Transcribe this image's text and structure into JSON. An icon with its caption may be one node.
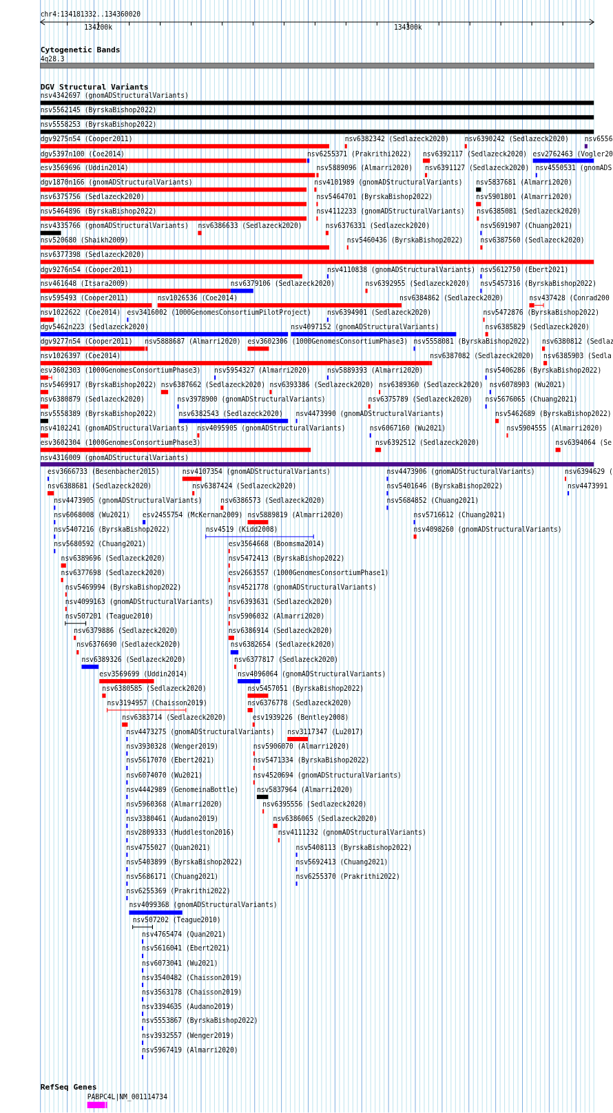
{
  "diagram": {
    "labels": [
      "chr4:134181332..134360020",
      "134200k",
      "134300k",
      "Cytogenetic Bands",
      "4q28.3",
      "DGV Structural Variants",
      "nsv4342697 (gnomADStructuralVariants)",
      "nsv5562145 (ByrskaBishop2022)",
      "nsv5558253 (ByrskaBishop2022)",
      "dgv9275n54 (Cooper2011)",
      "nsv6382342 (Sedlazeck2020)",
      "nsv6390242 (Sedlazeck2020)",
      "nsv6556",
      "dgv5397n100 (Coe2014)",
      "nsv6255371 (Prakrithi2022)",
      "nsv6392117 (Sedlazeck2020)",
      "esv2762463 (Vogler20",
      "esv3569696 (Uddin2014)",
      "nsv5889096 (Almarri2020)",
      "nsv6391127 (Sedlazeck2020)",
      "nsv4550531 (gnomADS",
      "dgv1870n166 (gnomADStructuralVariants)",
      "nsv4101989 (gnomADStructuralVariants)",
      "nsv5837681 (Almarri2020)",
      "nsv6375756 (Sedlazeck2020)",
      "nsv5464701 (ByrskaBishop2022)",
      "nsv5901801 (Almarri2020)",
      "nsv5464896 (ByrskaBishop2022)",
      "nsv4112233 (gnomADStructuralVariants)",
      "nsv6385081 (Sedlazeck2020)",
      "nsv4335766 (gnomADStructuralVariants)",
      "nsv6386633 (Sedlazeck2020)",
      "nsv6376331 (Sedlazeck2020)",
      "nsv5691907 (Chuang2021)",
      "nsv520680 (Shaikh2009)",
      "nsv5460436 (ByrskaBishop2022)",
      "nsv6387560 (Sedlazeck2020)",
      "nsv6377398 (Sedlazeck2020)",
      "dgv9276n54 (Cooper2011)",
      "nsv4110838 (gnomADStructuralVariants)",
      "nsv5612750 (Ebert2021)",
      "nsv461648 (Itsara2009)",
      "nsv6379106 (Sedlazeck2020)",
      "nsv6392955 (Sedlazeck2020)",
      "nsv5457316 (ByrskaBishop2022)",
      "nsv595493 (Cooper2011)",
      "nsv1026536 (Coe2014)",
      "nsv6384862 (Sedlazeck2020)",
      "nsv437428 (Conrad200",
      "nsv1022622 (Coe2014)",
      "esv3416002 (1000GenomesConsortiumPilotProject)",
      "nsv6394901 (Sedlazeck2020)",
      "nsv5472876 (ByrskaBishop2022)",
      "dgv5462n223 (Sedlazeck2020)",
      "nsv4097152 (gnomADStructuralVariants)",
      "nsv6385829 (Sedlazeck2020)",
      "dgv9277n54 (Cooper2011)",
      "nsv5888687 (Almarri2020)",
      "esv3602306 (1000GenomesConsortiumPhase3)",
      "nsv5558081 (ByrskaBishop2022)",
      "nsv6380812 (Sedlaz",
      "nsv1026397 (Coe2014)",
      "nsv6387082 (Sedlazeck2020)",
      "nsv6385903 (Sedla",
      "esv3602303 (1000GenomesConsortiumPhase3)",
      "nsv5954327 (Almarri2020)",
      "nsv5889393 (Almarri2020)",
      "nsv5406286 (ByrskaBishop2022)",
      "nsv5469917 (ByrskaBishop2022)",
      "nsv6387662 (Sedlazeck2020)",
      "nsv6393386 (Sedlazeck2020)",
      "nsv6389360 (Sedlazeck2020)",
      "nsv6078903 (Wu2021)",
      "nsv6380879 (Sedlazeck2020)",
      "nsv3978900 (gnomADStructuralVariants)",
      "nsv6375789 (Sedlazeck2020)",
      "nsv5676065 (Chuang2021)",
      "nsv5558389 (ByrskaBishop2022)",
      "nsv6382543 (Sedlazeck2020)",
      "nsv4473990 (gnomADStructuralVariants)",
      "nsv5462689 (ByrskaBishop2022)",
      "nsv4102241 (gnomADStructuralVariants)",
      "nsv4095905 (gnomADStructuralVariants)",
      "nsv6067160 (Wu2021)",
      "nsv5904555 (Almarri2020)",
      "esv3602304 (1000GenomesConsortiumPhase3)",
      "nsv6392512 (Sedlazeck2020)",
      "nsv6394064 (Se",
      "nsv4316009 (gnomADStructuralVariants)",
      "esv3666733 (Besenbacher2015)",
      "nsv4107354 (gnomADStructuralVariants)",
      "nsv4473906 (gnomADStructuralVariants)",
      "nsv6394629 (",
      "nsv6388681 (Sedlazeck2020)",
      "nsv6387424 (Sedlazeck2020)",
      "nsv5401646 (ByrskaBishop2022)",
      "nsv4473991",
      "nsv4473905 (gnomADStructuralVariants)",
      "nsv6386573 (Sedlazeck2020)",
      "nsv5684852 (Chuang2021)",
      "nsv6068008 (Wu2021)",
      "esv2455754 (McKernan2009)",
      "nsv5889819 (Almarri2020)",
      "nsv5716612 (Chuang2021)",
      "nsv5407216 (ByrskaBishop2022)",
      "nsv4519 (Kidd2008)",
      "nsv4098260 (gnomADStructuralVariants)",
      "nsv5680592 (Chuang2021)",
      "esv3564668 (Boomsma2014)",
      "nsv6389696 (Sedlazeck2020)",
      "nsv5472413 (ByrskaBishop2022)",
      "nsv6377698 (Sedlazeck2020)",
      "esv2663557 (1000GenomesConsortiumPhase1)",
      "nsv5469994 (ByrskaBishop2022)",
      "nsv4521778 (gnomADStructuralVariants)",
      "nsv4099163 (gnomADStructuralVariants)",
      "nsv6393631 (Sedlazeck2020)",
      "nsv507201 (Teague2010)",
      "nsv5906032 (Almarri2020)",
      "nsv6379886 (Sedlazeck2020)",
      "nsv6386914 (Sedlazeck2020)",
      "nsv6376690 (Sedlazeck2020)",
      "nsv6382654 (Sedlazeck2020)",
      "nsv6389326 (Sedlazeck2020)",
      "nsv6377817 (Sedlazeck2020)",
      "esv3569699 (Uddin2014)",
      "nsv4096064 (gnomADStructuralVariants)",
      "nsv6380585 (Sedlazeck2020)",
      "nsv5457051 (ByrskaBishop2022)",
      "nsv3194957 (Chaisson2019)",
      "nsv6376778 (Sedlazeck2020)",
      "nsv6383714 (Sedlazeck2020)",
      "esv1939226 (Bentley2008)",
      "nsv4473275 (gnomADStructuralVariants)",
      "nsv3117347 (Lu2017)",
      "nsv3930328 (Wenger2019)",
      "nsv5906070 (Almarri2020)",
      "nsv5617070 (Ebert2021)",
      "nsv5471334 (ByrskaBishop2022)",
      "nsv6074070 (Wu2021)",
      "nsv4520694 (gnomADStructuralVariants)",
      "nsv4442989 (GenomeinaBottle)",
      "nsv5837964 (Almarri2020)",
      "nsv5960368 (Almarri2020)",
      "nsv6395556 (Sedlazeck2020)",
      "nsv3380461 (Audano2019)",
      "nsv6386065 (Sedlazeck2020)",
      "nsv2809333 (Huddleston2016)",
      "nsv4111232 (gnomADStructuralVariants)",
      "nsv4755027 (Quan2021)",
      "nsv5408113 (ByrskaBishop2022)",
      "nsv5403899 (ByrskaBishop2022)",
      "nsv5692413 (Chuang2021)",
      "nsv5686171 (Chuang2021)",
      "nsv6255370 (Prakrithi2022)",
      "nsv6255369 (Prakrithi2022)",
      "nsv4099368 (gnomADStructuralVariants)",
      "nsv507202 (Teague2010)",
      "nsv4765474 (Quan2021)",
      "nsv5616041 (Ebert2021)",
      "nsv6073041 (Wu2021)",
      "nsv3540482 (Chaisson2019)",
      "nsv3563178 (Chaisson2019)",
      "nsv3394635 (Audano2019)",
      "nsv5553867 (ByrskaBishop2022)",
      "nsv3932557 (Wenger2019)",
      "nsv5967419 (Almarri2020)",
      "RefSeq Genes",
      "PABPC4L|NM_001114734"
    ]
  }
}
